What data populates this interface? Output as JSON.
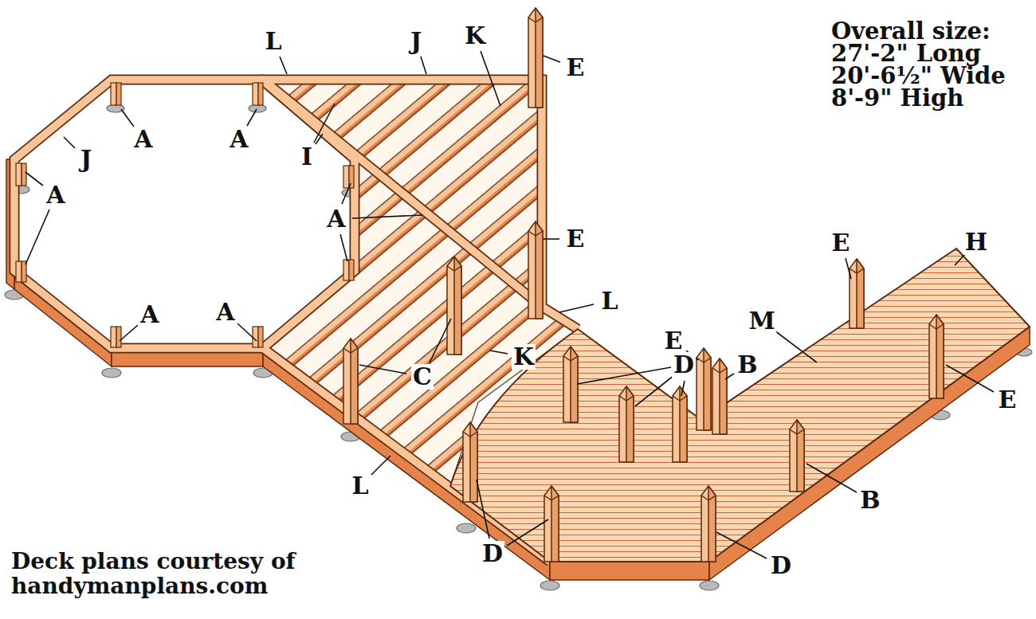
{
  "diagram": {
    "labels": [
      "Overall size:",
      "27'-2\" Long",
      "20'-6½\" Wide",
      "8'-9\" High",
      "Deck plans courtesy of",
      "handymanplans.com",
      "L",
      "J",
      "K",
      "E",
      "A",
      "A",
      "J",
      "I",
      "A",
      "A",
      "E",
      "E",
      "H",
      "L",
      "E",
      "M",
      "D",
      "B",
      "A",
      "A",
      "C",
      "K",
      "E",
      "B",
      "L",
      "D",
      "D"
    ]
  }
}
